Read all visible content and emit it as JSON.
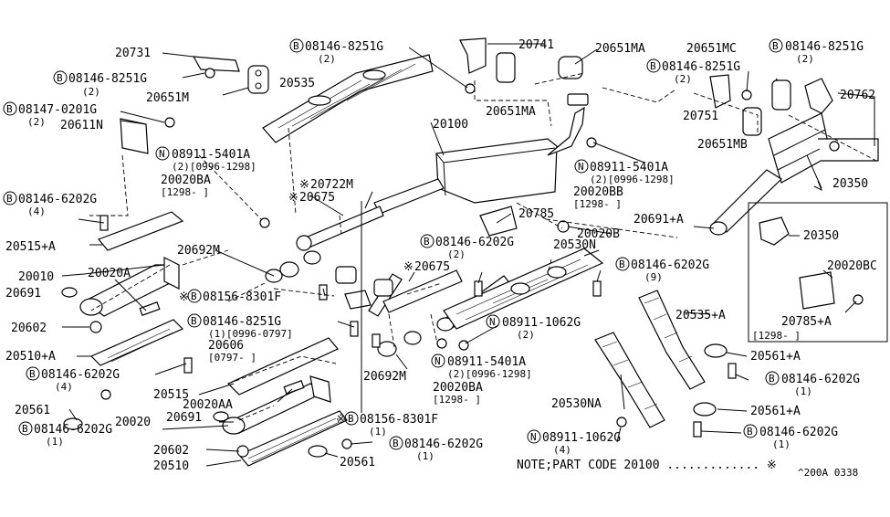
{
  "labels": {
    "p20731": "20731",
    "b08146_8251G_tl": "08146-8251G",
    "q2_tl": "(2)",
    "p20651M": "20651M",
    "b08147_0201G": "08147-0201G",
    "q2_08147": "(2)",
    "p20611N": "20611N",
    "b08146_8251G_top": "08146-8251G",
    "q2_top": "(2)",
    "p20535": "20535",
    "p20741": "20741",
    "p20651MA_top": "20651MA",
    "p20651MA_mid": "20651MA",
    "p20651MC": "20651MC",
    "b08146_8251G_tr": "08146-8251G",
    "q2_tr": "(2)",
    "b08146_8251G_r2": "08146-8251G",
    "q2_r2": "(2)",
    "p20762": "20762",
    "p20751": "20751",
    "p20651MB": "20651MB",
    "p20350_top": "20350",
    "p20100": "20100",
    "n08911_5401A_a": "08911-5401A",
    "q2_0996_1298_a": "(2)[0996-1298]",
    "p20020BA_a": "20020BA",
    "d1298_a": "[1298-    ]",
    "n08911_5401A_b": "08911-5401A",
    "q2_0996_1298_b": "(2)[0996-1298]",
    "p20020BB": "20020BB",
    "d1298_b": "[1298-    ]",
    "p20722M": "20722M",
    "p20675_a": "20675",
    "p20785": "20785",
    "p20020B": "20020B",
    "p20691A_r": "20691+A",
    "b08146_6202G_l": "08146-6202G",
    "q4_l": "(4)",
    "p20515A": "20515+A",
    "p20692M_a": "20692M",
    "p20010": "20010",
    "p20020A": "20020A",
    "p20691_l": "20691",
    "b08156_8301F_a": "08156-8301F",
    "p20602_a": "20602",
    "b08146_8251G_mid": "08146-8251G",
    "q1_0996_0797": "(1)[0996-0797]",
    "p20606": "20606",
    "d0797": "[0797-   ]",
    "p20510A": "20510+A",
    "b08146_6202G_ll": "08146-6202G",
    "q4_ll": "(4)",
    "p20515": "20515",
    "p20561_a": "20561",
    "b08146_6202G_lll": "08146-6202G",
    "q1_lll": "(1)",
    "p20020AA": "20020AA",
    "p20020": "20020",
    "p20691_b": "20691",
    "p20602_b": "20602",
    "p20510": "20510",
    "b08146_6202G_m": "08146-6202G",
    "q2_m": "(2)",
    "p20530N": "20530N",
    "p20675_b": "20675",
    "n08911_1062G_a": "08911-1062G",
    "q2_1062_a": "(2)",
    "n08911_5401A_c": "08911-5401A",
    "q2_0996_1298_c": "(2)[0996-1298]",
    "p20020BA_b": "20020BA",
    "d1298_c": "[1298-    ]",
    "p20692M_b": "20692M",
    "b08156_8301F_b": "08156-8301F",
    "q1_8301F_b": "(1)",
    "b08146_6202G_bot": "08146-6202G",
    "q1_bot": "(1)",
    "p20561_b": "20561",
    "p20530NA": "20530NA",
    "n08911_1062G_b": "08911-1062G",
    "q4_1062_b": "(4)",
    "b08146_6202G_r9": "08146-6202G",
    "q9": "(9)",
    "p20535A": "20535+A",
    "p20561A_a": "20561+A",
    "b08146_6202G_r1a": "08146-6202G",
    "q1_r1a": "(1)",
    "p20561A_b": "20561+A",
    "b08146_6202G_r1b": "08146-6202G",
    "q1_r1b": "(1)",
    "p20350_inset": "20350",
    "p20020BC": "20020BC",
    "p20785A": "20785+A",
    "d1298_inset": "[1298-    ]",
    "note": "NOTE;PART CODE 20100 ............. ※",
    "ref": "^200A 0338",
    "asterisk": "※",
    "B": "B",
    "N": "N"
  },
  "colors": {
    "ink": "#000000",
    "paper": "#ffffff"
  }
}
